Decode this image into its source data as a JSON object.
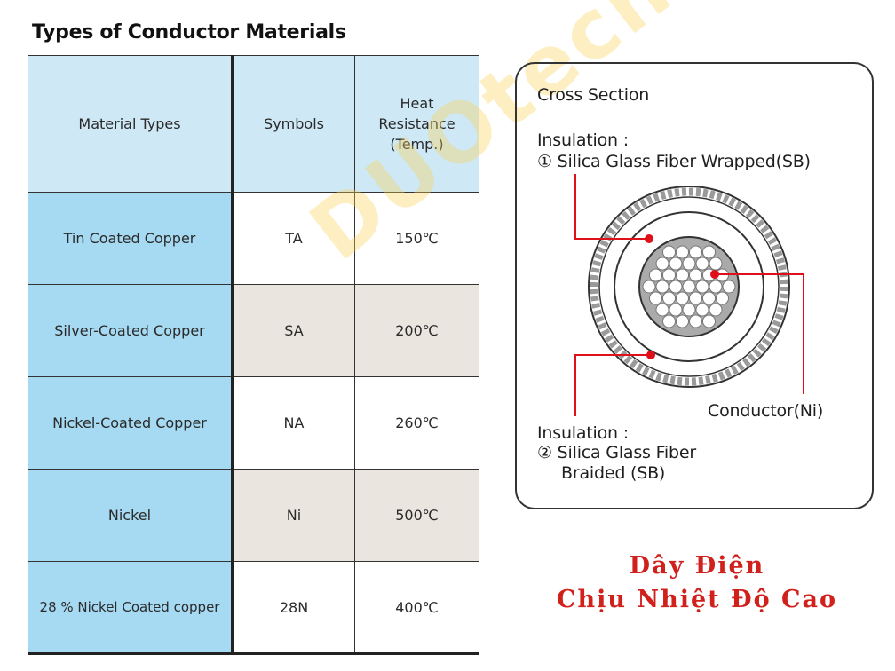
{
  "title": "Types of Conductor Materials",
  "table": {
    "headers": [
      "Material Types",
      "Symbols",
      "Heat Resistance (Temp.)"
    ],
    "rows": [
      {
        "material": "Tin Coated Copper",
        "symbol": "TA",
        "temp": "150℃"
      },
      {
        "material": "Silver-Coated Copper",
        "symbol": "SA",
        "temp": "200℃"
      },
      {
        "material": "Nickel-Coated Copper",
        "symbol": "NA",
        "temp": "260℃"
      },
      {
        "material": "Nickel",
        "symbol": "Ni",
        "temp": "500℃"
      },
      {
        "material": "28 % Nickel Coated copper",
        "symbol": "28N",
        "temp": "400℃"
      }
    ]
  },
  "cross_section": {
    "heading": "Cross Section",
    "insulation1_label": "Insulation :",
    "insulation1_desc": "① Silica Glass Fiber Wrapped(SB)",
    "conductor_label": "Conductor(Ni)",
    "insulation2_label": "Insulation :",
    "insulation2_desc_line1": "② Silica Glass Fiber",
    "insulation2_desc_line2": "Braided (SB)"
  },
  "watermark": "DUOtech",
  "product_title_line1": "Dây Điện",
  "product_title_line2": "Chịu Nhiệt Độ Cao",
  "colors": {
    "header_bg": "#cfe8f6",
    "material_col_bg": "#a6d9f2",
    "gray_row_bg": "#ebe5e0",
    "leader_line": "#e0101a",
    "vn_title": "#d0211d",
    "watermark": "#f8d250"
  }
}
